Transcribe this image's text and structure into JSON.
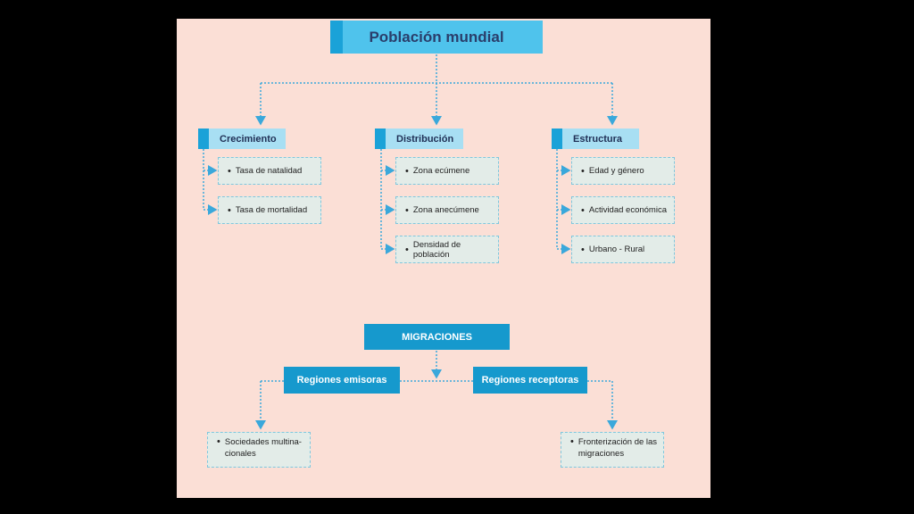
{
  "title": "Población mundial",
  "branches": [
    {
      "heading": "Crecimiento",
      "items": [
        "Tasa de natalidad",
        "Tasa de mortalidad"
      ]
    },
    {
      "heading": "Distribución",
      "items": [
        "Zona ecúmene",
        "Zona anecúmene",
        "Densidad de población"
      ]
    },
    {
      "heading": "Estructura",
      "items": [
        "Edad y género",
        "Actividad económica",
        "Urbano - Rural"
      ]
    }
  ],
  "migraciones": {
    "title": "MIGRACIONES",
    "emisoras": {
      "heading": "Regiones emisoras",
      "item_line1": "Sociedades multina-",
      "item_line2": "cionales"
    },
    "receptoras": {
      "heading": "Regiones receptoras",
      "item_line1": "Fronterización de las",
      "item_line2": "migraciones"
    }
  },
  "colors": {
    "background": "#fbdfd6",
    "primary": "#1699cd",
    "light": "#a8dff3",
    "title": "#4fc3ec"
  }
}
